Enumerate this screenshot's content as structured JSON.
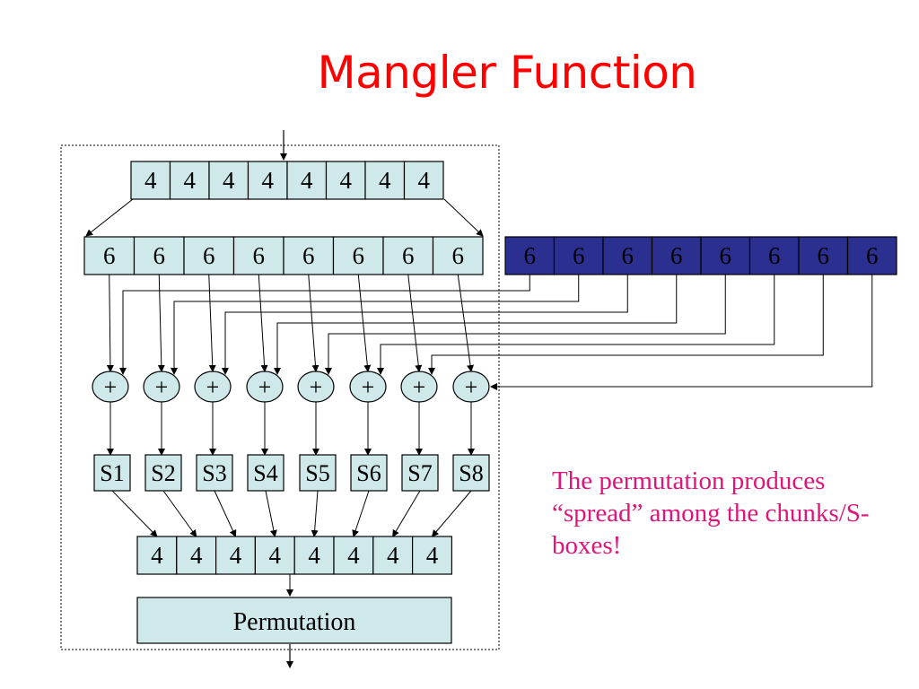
{
  "title": "Mangler Function",
  "colors": {
    "title": "#ff0000",
    "note": "#e0157a",
    "box_fill": "#cfe9ea",
    "key_fill": "#2b2f8f",
    "stroke": "#000000"
  },
  "top_row": [
    "4",
    "4",
    "4",
    "4",
    "4",
    "4",
    "4",
    "4"
  ],
  "expanded_row": [
    "6",
    "6",
    "6",
    "6",
    "6",
    "6",
    "6",
    "6"
  ],
  "key_row": [
    "6",
    "6",
    "6",
    "6",
    "6",
    "6",
    "6",
    "6"
  ],
  "xor_symbols": [
    "+",
    "+",
    "+",
    "+",
    "+",
    "+",
    "+",
    "+"
  ],
  "sboxes": [
    "S1",
    "S2",
    "S3",
    "S4",
    "S5",
    "S6",
    "S7",
    "S8"
  ],
  "output_row": [
    "4",
    "4",
    "4",
    "4",
    "4",
    "4",
    "4",
    "4"
  ],
  "permutation_label": "Permutation",
  "note": "The permutation produces “spread” among the chunks/S-boxes!"
}
